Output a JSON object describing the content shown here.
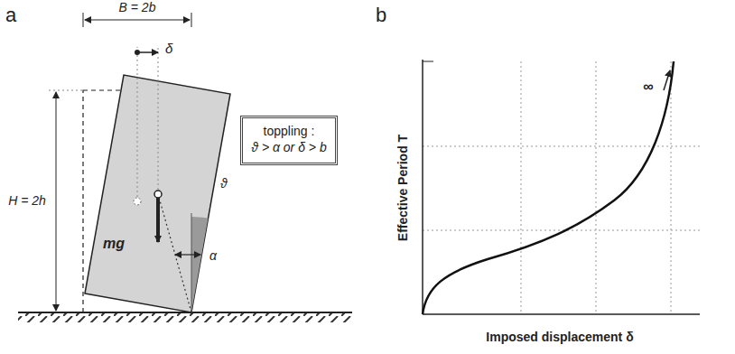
{
  "diagram": {
    "nodes": [
      {
        "text": [
          "toppling :",
          "ϑ > α or δ > b"
        ]
      }
    ],
    "labels": [
      "a",
      "b",
      "B = 2b",
      "δ",
      "H = 2h",
      "mg",
      "ϑ",
      "α",
      "Effective Period T",
      "Imposed displacement δ",
      "∞"
    ]
  }
}
